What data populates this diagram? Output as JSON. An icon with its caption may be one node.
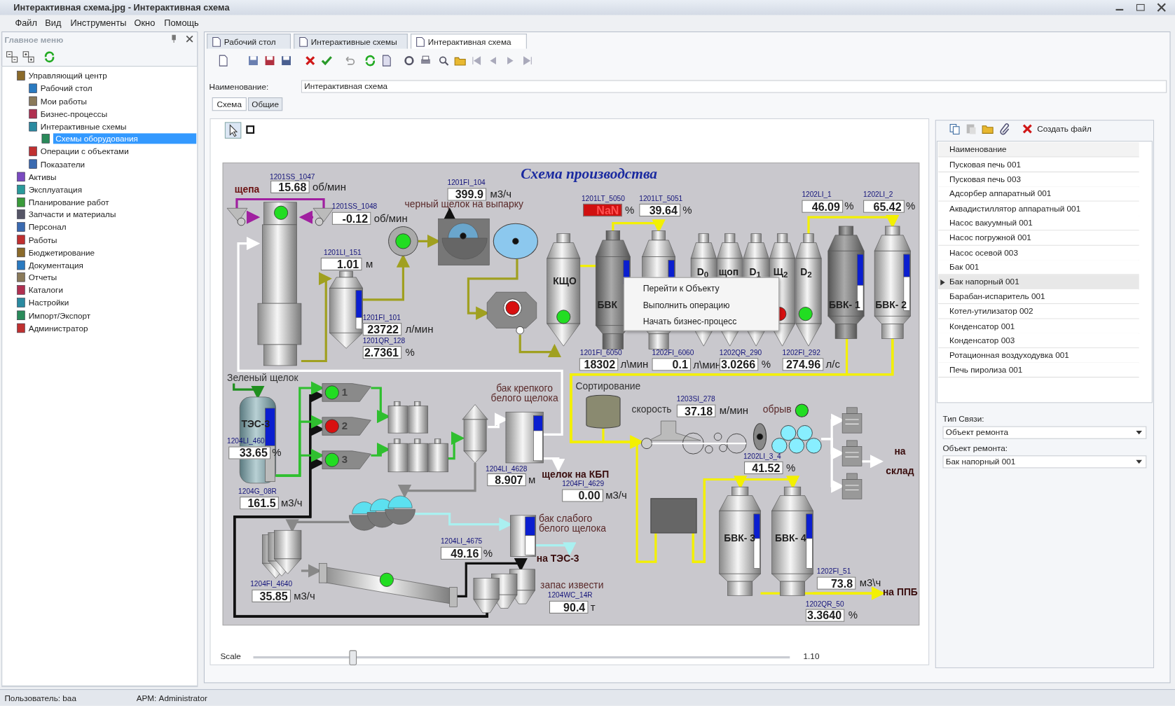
{
  "diagram": {
    "title": "Схема производства",
    "nodes": [
      {
        "text": [],
        "shape": "picture"
      },
      {
        "text": [],
        "shape": "picture"
      },
      {
        "text": [],
        "shape": "picture"
      },
      {
        "text": [],
        "shape": "picture"
      },
      {
        "text": [],
        "shape": "picture"
      },
      {
        "text": [],
        "shape": "picture"
      },
      {
        "text": [],
        "shape": "circle"
      },
      {
        "text": [],
        "shape": "picture"
      },
      {
        "text": [
          "КЩО"
        ]
      },
      {
        "text": [
          "БВК"
        ]
      },
      {
        "text": [],
        "shape": "picture"
      },
      {
        "text": [
          "D$_{0}$"
        ]
      },
      {
        "text": [
          "щоп"
        ]
      },
      {
        "text": [
          "D$_{1}$"
        ]
      },
      {
        "text": [
          "Щ$_{2}$"
        ]
      },
      {
        "text": [
          "D$_{2}$"
        ]
      },
      {
        "text": [
          "БВК- 1"
        ]
      },
      {
        "text": [
          "БВК- 2"
        ]
      },
      {
        "text": [
          "ТЭС-3"
        ]
      },
      {
        "text": [
          "1"
        ]
      },
      {
        "text": [
          "2"
        ]
      },
      {
        "text": [
          "3"
        ]
      },
      {
        "text": [],
        "shape": "picture"
      },
      {
        "text": [],
        "shape": "picture"
      },
      {
        "text": [],
        "shape": "picture"
      },
      {
        "text": [],
        "shape": "picture"
      },
      {
        "text": [],
        "shape": "picture"
      },
      {
        "text": [],
        "shape": "picture"
      },
      {
        "text": [],
        "shape": "picture"
      },
      {
        "text": [],
        "shape": "picture"
      },
      {
        "text": [],
        "shape": "cylinder"
      },
      {
        "text": [],
        "shape": "picture"
      },
      {
        "text": [],
        "shape": "circle"
      },
      {
        "text": [],
        "shape": "picture"
      },
      {
        "text": [],
        "shape": "picture"
      },
      {
        "text": [],
        "shape": "picture"
      },
      {
        "text": [],
        "shape": "picture"
      },
      {
        "text": [],
        "shape": "box"
      },
      {
        "text": [
          "БВК- 3"
        ]
      },
      {
        "text": [
          "БВК- 4"
        ]
      },
      {
        "text": [
          "черный щелок на выпарку"
        ]
      },
      {
        "text": [
          "Зеленый щелок"
        ]
      },
      {
        "text": [
          "на ТЭС-3"
        ]
      },
      {
        "text": [
          "на склад"
        ]
      },
      {
        "text": [
          "на ППБ"
        ]
      },
      {
        "text": [
          "щелок на КБП"
        ]
      }
    ],
    "edges": [
      {
        "from": 1,
        "to": 0,
        "arrow": "to",
        "color": "#a020a0"
      },
      {
        "from": 2,
        "to": 0,
        "arrow": "to",
        "color": "#a020a0"
      },
      {
        "from": 1,
        "to": 2,
        "arrow": "none",
        "color": "#a020a0"
      },
      {
        "from": 0,
        "to": 3,
        "arrow": "to",
        "color": "#a0a020"
      },
      {
        "from": 3,
        "to": 4,
        "arrow": "to",
        "color": "#a0a020"
      },
      {
        "from": 4,
        "to": 5,
        "arrow": "to",
        "color": "#a0a020"
      },
      {
        "from": 6,
        "to": 7,
        "arrow": "to",
        "color": "#a0a020"
      },
      {
        "from": 7,
        "to": 8,
        "arrow": "to",
        "color": "#a0a020"
      },
      {
        "from": 8,
        "to": 9,
        "arrow": "none",
        "color": "#f3f000"
      },
      {
        "from": 9,
        "to": 10,
        "arrow": "to",
        "color": "#f3f000"
      },
      {
        "from": 15,
        "to": 17,
        "arrow": "to",
        "color": "#f3f000"
      },
      {
        "from": 17,
        "to": 31,
        "arrow": "to",
        "color": "#f3f000"
      },
      {
        "from": 16,
        "to": 31,
        "arrow": "to",
        "color": "#f3f000"
      },
      {
        "from": 30,
        "to": 31,
        "arrow": "to",
        "color": "#f3f000"
      },
      {
        "from": 17,
        "to": 37,
        "arrow": "none",
        "color": "#f3f000"
      },
      {
        "from": 37,
        "to": 38,
        "arrow": "to",
        "color": "#f3f000"
      },
      {
        "from": 37,
        "to": 39,
        "arrow": "to",
        "color": "#f3f000"
      },
      {
        "from": 38,
        "to": 44,
        "arrow": "to",
        "color": "#f3f000"
      },
      {
        "from": 39,
        "to": 44,
        "arrow": "to",
        "color": "#f3f000"
      },
      {
        "from": 27,
        "to": 28,
        "arrow": "to",
        "color": "#111111"
      },
      {
        "from": 28,
        "to": 19,
        "arrow": "to",
        "color": "#111111"
      },
      {
        "from": 28,
        "to": 20,
        "arrow": "to",
        "color": "#111111"
      },
      {
        "from": 28,
        "to": 21,
        "arrow": "to",
        "color": "#111111"
      },
      {
        "from": 18,
        "to": 19,
        "arrow": "to",
        "color": "#2fbf2f"
      },
      {
        "from": 18,
        "to": 20,
        "arrow": "to",
        "color": "#2fbf2f"
      },
      {
        "from": 18,
        "to": 21,
        "arrow": "to",
        "color": "#2fbf2f"
      },
      {
        "from": 19,
        "to": 22,
        "arrow": "to",
        "color": "#2fbf2f"
      },
      {
        "from": 21,
        "to": 22,
        "arrow": "to",
        "color": "#2fbf2f"
      },
      {
        "from": 22,
        "to": 23,
        "arrow": "to",
        "color": "#2fbf2f"
      },
      {
        "from": 41,
        "to": 18,
        "arrow": "to",
        "color": "#1f8f1f"
      },
      {
        "from": 24,
        "to": 0,
        "arrow": "to",
        "color": "#ffffff"
      },
      {
        "from": 23,
        "to": 24,
        "arrow": "to",
        "color": "#ffffff"
      },
      {
        "from": 24,
        "to": 45,
        "arrow": "to",
        "color": "#ffffff"
      },
      {
        "from": 33,
        "to": 34,
        "arrow": "to",
        "color": "#ffffff"
      },
      {
        "from": 33,
        "to": 35,
        "arrow": "to",
        "color": "#ffffff"
      },
      {
        "from": 33,
        "to": 36,
        "arrow": "to",
        "color": "#ffffff"
      },
      {
        "from": 35,
        "to": 43,
        "arrow": "to",
        "color": "#ffffff"
      },
      {
        "from": 23,
        "to": 25,
        "arrow": "to",
        "color": "#888888"
      },
      {
        "from": 25,
        "to": 26,
        "arrow": "to",
        "color": "#888888"
      },
      {
        "from": 26,
        "to": 27,
        "arrow": "to",
        "color": "#888888"
      },
      {
        "from": 25,
        "to": 29,
        "arrow": "to",
        "color": "#aaf0f0"
      },
      {
        "from": 29,
        "to": 42,
        "arrow": "to",
        "color": "#aaf0f0"
      },
      {
        "from": 5,
        "to": 40,
        "arrow": "to",
        "color": "#111111"
      }
    ],
    "labels": [
      "Интерактивная схема.jpg - Интерактивная схема",
      "Файл",
      "Вид",
      "Инструменты",
      "Окно",
      "Помощь",
      "Главное меню",
      "Управляющий центр",
      "Рабочий стол",
      "Мои работы",
      "Бизнес-процессы",
      "Интерактивные схемы",
      "Схемы оборудования",
      "Операции с объектами",
      "Показатели",
      "Активы",
      "Эксплуатация",
      "Планирование работ",
      "Запчасти и материалы",
      "Персонал",
      "Работы",
      "Бюджетирование",
      "Документация",
      "Отчеты",
      "Каталоги",
      "Настройки",
      "Импорт/Экспорт",
      "Администратор",
      "Рабочий стол",
      "Интерактивные схемы",
      "Интерактивная схема",
      "Наименование:",
      "Интерактивная схема",
      "Схема",
      "Общие",
      "1201SS_1047",
      "15.68",
      "об/мин",
      "щепа",
      "1201SS_1048",
      "-0.12",
      "об/мин",
      "1201FI_104",
      "399.9",
      "м3/ч",
      "1201LI_151",
      "1.01",
      "м",
      "1201FI_101",
      "23722",
      "л/мин",
      "1201QR_128",
      "2.7361",
      "%",
      "1201LT_5050",
      "NaN",
      "%",
      "1201LT_5051",
      "39.64",
      "%",
      "1202LI_1",
      "46.09",
      "%",
      "1202LI_2",
      "65.42",
      "%",
      "1201FI_6050",
      "18302",
      "л\\мин",
      "1202FI_6060",
      "0.1",
      "л\\мин",
      "1202QR_290",
      "3.0266",
      "%",
      "1202FI_292",
      "274.96",
      "л/с",
      "Перейти к Объекту",
      "Выполнить операцию",
      "Начать бизнес-процесс",
      "1204LI_460",
      "33.65",
      "%",
      "1204G_08R",
      "161.5",
      "м3/ч",
      "бак крепкого белого щелока",
      "1204LI_4628",
      "8.907",
      "м",
      "1204FI_4629",
      "0.00",
      "м3/ч",
      "1204LI_4675",
      "49.16",
      "%",
      "бак слабого белого щелока",
      "1204FI_4640",
      "35.85",
      "м3/ч",
      "запас извести",
      "1204WC_14R",
      "90.4",
      "т",
      "Сортирование",
      "скорость",
      "1203SI_278",
      "37.18",
      "м/мин",
      "обрыв",
      "1202LI_3_4",
      "41.52",
      "%",
      "1202FI_51",
      "73.8",
      "м3\\ч",
      "1202QR_50",
      "3.3640",
      "%",
      "Scale",
      "1.10",
      "Создать файл",
      "Наименование",
      "Пусковая печь 001",
      "Пусковая печь 003",
      "Адсорбер аппаратный 001",
      "Аквадистиллятор аппаратный 001",
      "Насос вакуумный 001",
      "Насос погружной 001",
      "Насос осевой 003",
      "Бак 001",
      "Бак напорный 001",
      "Барабан-испаритель 001",
      "Котел-утилизатор 002",
      "Конденсатор 001",
      "Конденсатор 003",
      "Ротационная воздуходувка 001",
      "Печь пиролиза 001",
      "Тип Связи:",
      "Объект ремонта",
      "Объект ремонта:",
      "Бак напорный 001",
      "Пользователь: baa",
      "АРМ: Administrator"
    ]
  }
}
